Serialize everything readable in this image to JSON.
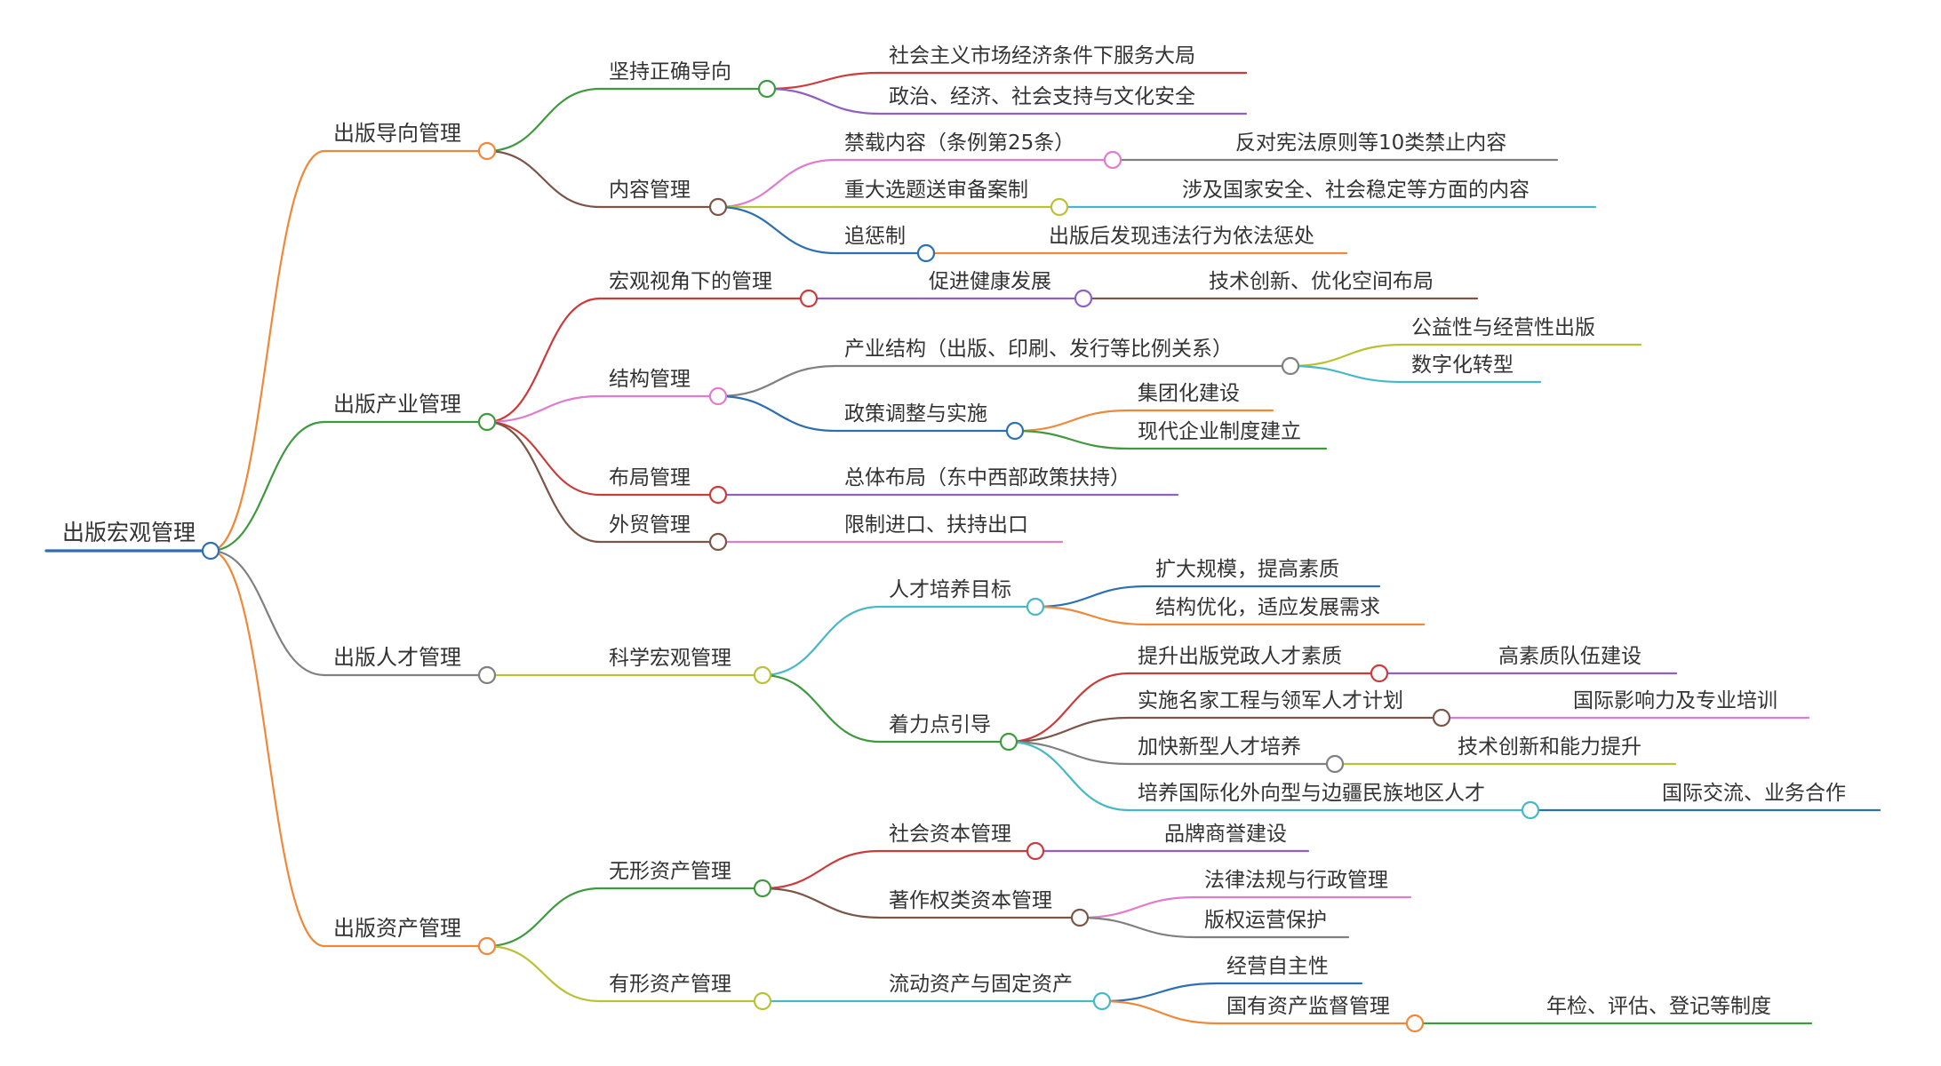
{
  "root": {
    "id": "root",
    "label": "出版宏观管理",
    "color": "#2f6fb0",
    "children": [
      {
        "id": "n1",
        "label": "出版导向管理",
        "color": "#f0883a",
        "children": [
          {
            "id": "n1a",
            "label": "坚持正确导向",
            "color": "#3f9a3f",
            "children": [
              {
                "id": "n1a1",
                "label": "社会主义市场经济条件下服务大局",
                "color": "#cc3b3b"
              },
              {
                "id": "n1a2",
                "label": "政治、经济、社会支持与文化安全",
                "color": "#9060c0"
              }
            ]
          },
          {
            "id": "n1b",
            "label": "内容管理",
            "color": "#7a5548",
            "children": [
              {
                "id": "n1b1",
                "label": "禁载内容（条例第25条）",
                "color": "#e07bd0",
                "children": [
                  {
                    "id": "n1b1a",
                    "label": "反对宪法原则等10类禁止内容",
                    "color": "#808080"
                  }
                ]
              },
              {
                "id": "n1b2",
                "label": "重大选题送审备案制",
                "color": "#b9c234",
                "children": [
                  {
                    "id": "n1b2a",
                    "label": "涉及国家安全、社会稳定等方面的内容",
                    "color": "#47b8c8"
                  }
                ]
              },
              {
                "id": "n1b3",
                "label": "追惩制",
                "color": "#2c6fb3",
                "children": [
                  {
                    "id": "n1b3a",
                    "label": "出版后发现违法行为依法惩处",
                    "color": "#f0883a"
                  }
                ]
              }
            ]
          }
        ]
      },
      {
        "id": "n2",
        "label": "出版产业管理",
        "color": "#3f9a3f",
        "children": [
          {
            "id": "n2a",
            "label": "宏观视角下的管理",
            "color": "#cc3b3b",
            "children": [
              {
                "id": "n2a1",
                "label": "促进健康发展",
                "color": "#9060c0",
                "children": [
                  {
                    "id": "n2a1a",
                    "label": "技术创新、优化空间布局",
                    "color": "#7a5548"
                  }
                ]
              }
            ]
          },
          {
            "id": "n2b",
            "label": "结构管理",
            "color": "#e07bd0",
            "children": [
              {
                "id": "n2b1",
                "label": "产业结构（出版、印刷、发行等比例关系）",
                "color": "#808080",
                "children": [
                  {
                    "id": "n2b1a",
                    "label": "公益性与经营性出版",
                    "color": "#b9c234"
                  },
                  {
                    "id": "n2b1b",
                    "label": "数字化转型",
                    "color": "#47b8c8"
                  }
                ]
              },
              {
                "id": "n2b2",
                "label": "政策调整与实施",
                "color": "#2c6fb3",
                "children": [
                  {
                    "id": "n2b2a",
                    "label": "集团化建设",
                    "color": "#f0883a"
                  },
                  {
                    "id": "n2b2b",
                    "label": "现代企业制度建立",
                    "color": "#3f9a3f"
                  }
                ]
              }
            ]
          },
          {
            "id": "n2c",
            "label": "布局管理",
            "color": "#cc3b3b",
            "children": [
              {
                "id": "n2c1",
                "label": "总体布局（东中西部政策扶持）",
                "color": "#9060c0"
              }
            ]
          },
          {
            "id": "n2d",
            "label": "外贸管理",
            "color": "#7a5548",
            "children": [
              {
                "id": "n2d1",
                "label": "限制进口、扶持出口",
                "color": "#e07bd0"
              }
            ]
          }
        ]
      },
      {
        "id": "n3",
        "label": "出版人才管理",
        "color": "#808080",
        "children": [
          {
            "id": "n3a",
            "label": "科学宏观管理",
            "color": "#b9c234",
            "children": [
              {
                "id": "n3a1",
                "label": "人才培养目标",
                "color": "#47b8c8",
                "children": [
                  {
                    "id": "n3a1a",
                    "label": "扩大规模，提高素质",
                    "color": "#2c6fb3"
                  },
                  {
                    "id": "n3a1b",
                    "label": "结构优化，适应发展需求",
                    "color": "#f0883a"
                  }
                ]
              },
              {
                "id": "n3a2",
                "label": "着力点引导",
                "color": "#3f9a3f",
                "children": [
                  {
                    "id": "n3a2a",
                    "label": "提升出版党政人才素质",
                    "color": "#cc3b3b",
                    "children": [
                      {
                        "id": "n3a2a1",
                        "label": "高素质队伍建设",
                        "color": "#9060c0"
                      }
                    ]
                  },
                  {
                    "id": "n3a2b",
                    "label": "实施名家工程与领军人才计划",
                    "color": "#7a5548",
                    "children": [
                      {
                        "id": "n3a2b1",
                        "label": "国际影响力及专业培训",
                        "color": "#e07bd0"
                      }
                    ]
                  },
                  {
                    "id": "n3a2c",
                    "label": "加快新型人才培养",
                    "color": "#808080",
                    "children": [
                      {
                        "id": "n3a2c1",
                        "label": "技术创新和能力提升",
                        "color": "#b9c234"
                      }
                    ]
                  },
                  {
                    "id": "n3a2d",
                    "label": "培养国际化外向型与边疆民族地区人才",
                    "color": "#47b8c8",
                    "children": [
                      {
                        "id": "n3a2d1",
                        "label": "国际交流、业务合作",
                        "color": "#2c6fb3"
                      }
                    ]
                  }
                ]
              }
            ]
          }
        ]
      },
      {
        "id": "n4",
        "label": "出版资产管理",
        "color": "#f0883a",
        "children": [
          {
            "id": "n4a",
            "label": "无形资产管理",
            "color": "#3f9a3f",
            "children": [
              {
                "id": "n4a1",
                "label": "社会资本管理",
                "color": "#cc3b3b",
                "children": [
                  {
                    "id": "n4a1a",
                    "label": "品牌商誉建设",
                    "color": "#9060c0"
                  }
                ]
              },
              {
                "id": "n4a2",
                "label": "著作权类资本管理",
                "color": "#7a5548",
                "children": [
                  {
                    "id": "n4a2a",
                    "label": "法律法规与行政管理",
                    "color": "#e07bd0"
                  },
                  {
                    "id": "n4a2b",
                    "label": "版权运营保护",
                    "color": "#808080"
                  }
                ]
              }
            ]
          },
          {
            "id": "n4b",
            "label": "有形资产管理",
            "color": "#b9c234",
            "children": [
              {
                "id": "n4b1",
                "label": "流动资产与固定资产",
                "color": "#47b8c8",
                "children": [
                  {
                    "id": "n4b1a",
                    "label": "经营自主性",
                    "color": "#2c6fb3"
                  },
                  {
                    "id": "n4b1b",
                    "label": "国有资产监督管理",
                    "color": "#f0883a",
                    "children": [
                      {
                        "id": "n4b1b1",
                        "label": "年检、评估、登记等制度",
                        "color": "#3f9a3f"
                      }
                    ]
                  }
                ]
              }
            ]
          }
        ]
      }
    ]
  }
}
